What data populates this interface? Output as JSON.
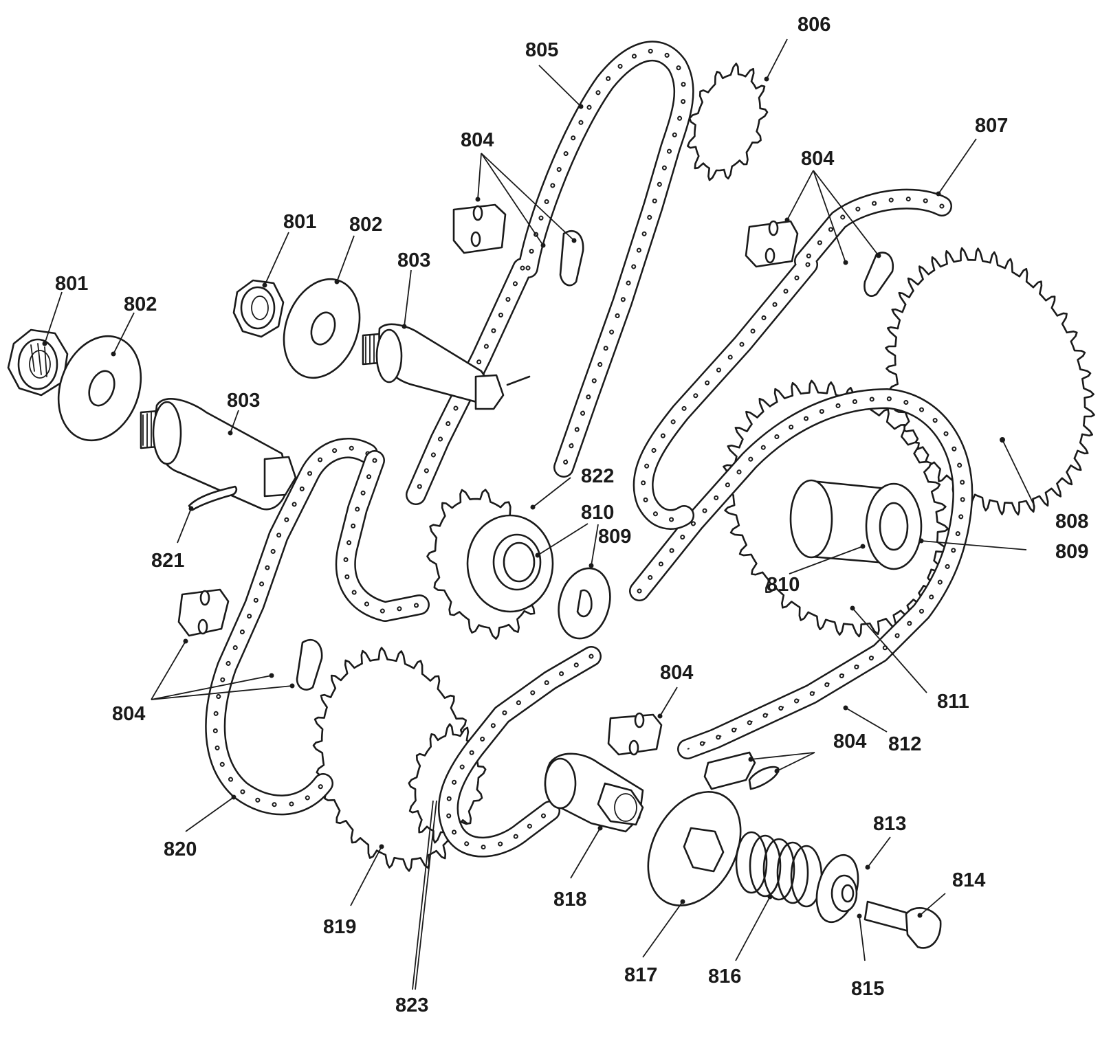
{
  "callouts": {
    "c801a": "801",
    "c801b": "801",
    "c802a": "802",
    "c802b": "802",
    "c803a": "803",
    "c803b": "803",
    "c804a": "804",
    "c804b": "804",
    "c804c": "804",
    "c804d": "804",
    "c804e": "804",
    "c805": "805",
    "c806": "806",
    "c807": "807",
    "c808": "808",
    "c809a": "809",
    "c809b": "809",
    "c810a": "810",
    "c810b": "810",
    "c811": "811",
    "c812": "812",
    "c813": "813",
    "c814": "814",
    "c815": "815",
    "c816": "816",
    "c817": "817",
    "c818": "818",
    "c819": "819",
    "c820": "820",
    "c821": "821",
    "c822": "822",
    "c823": "823"
  }
}
